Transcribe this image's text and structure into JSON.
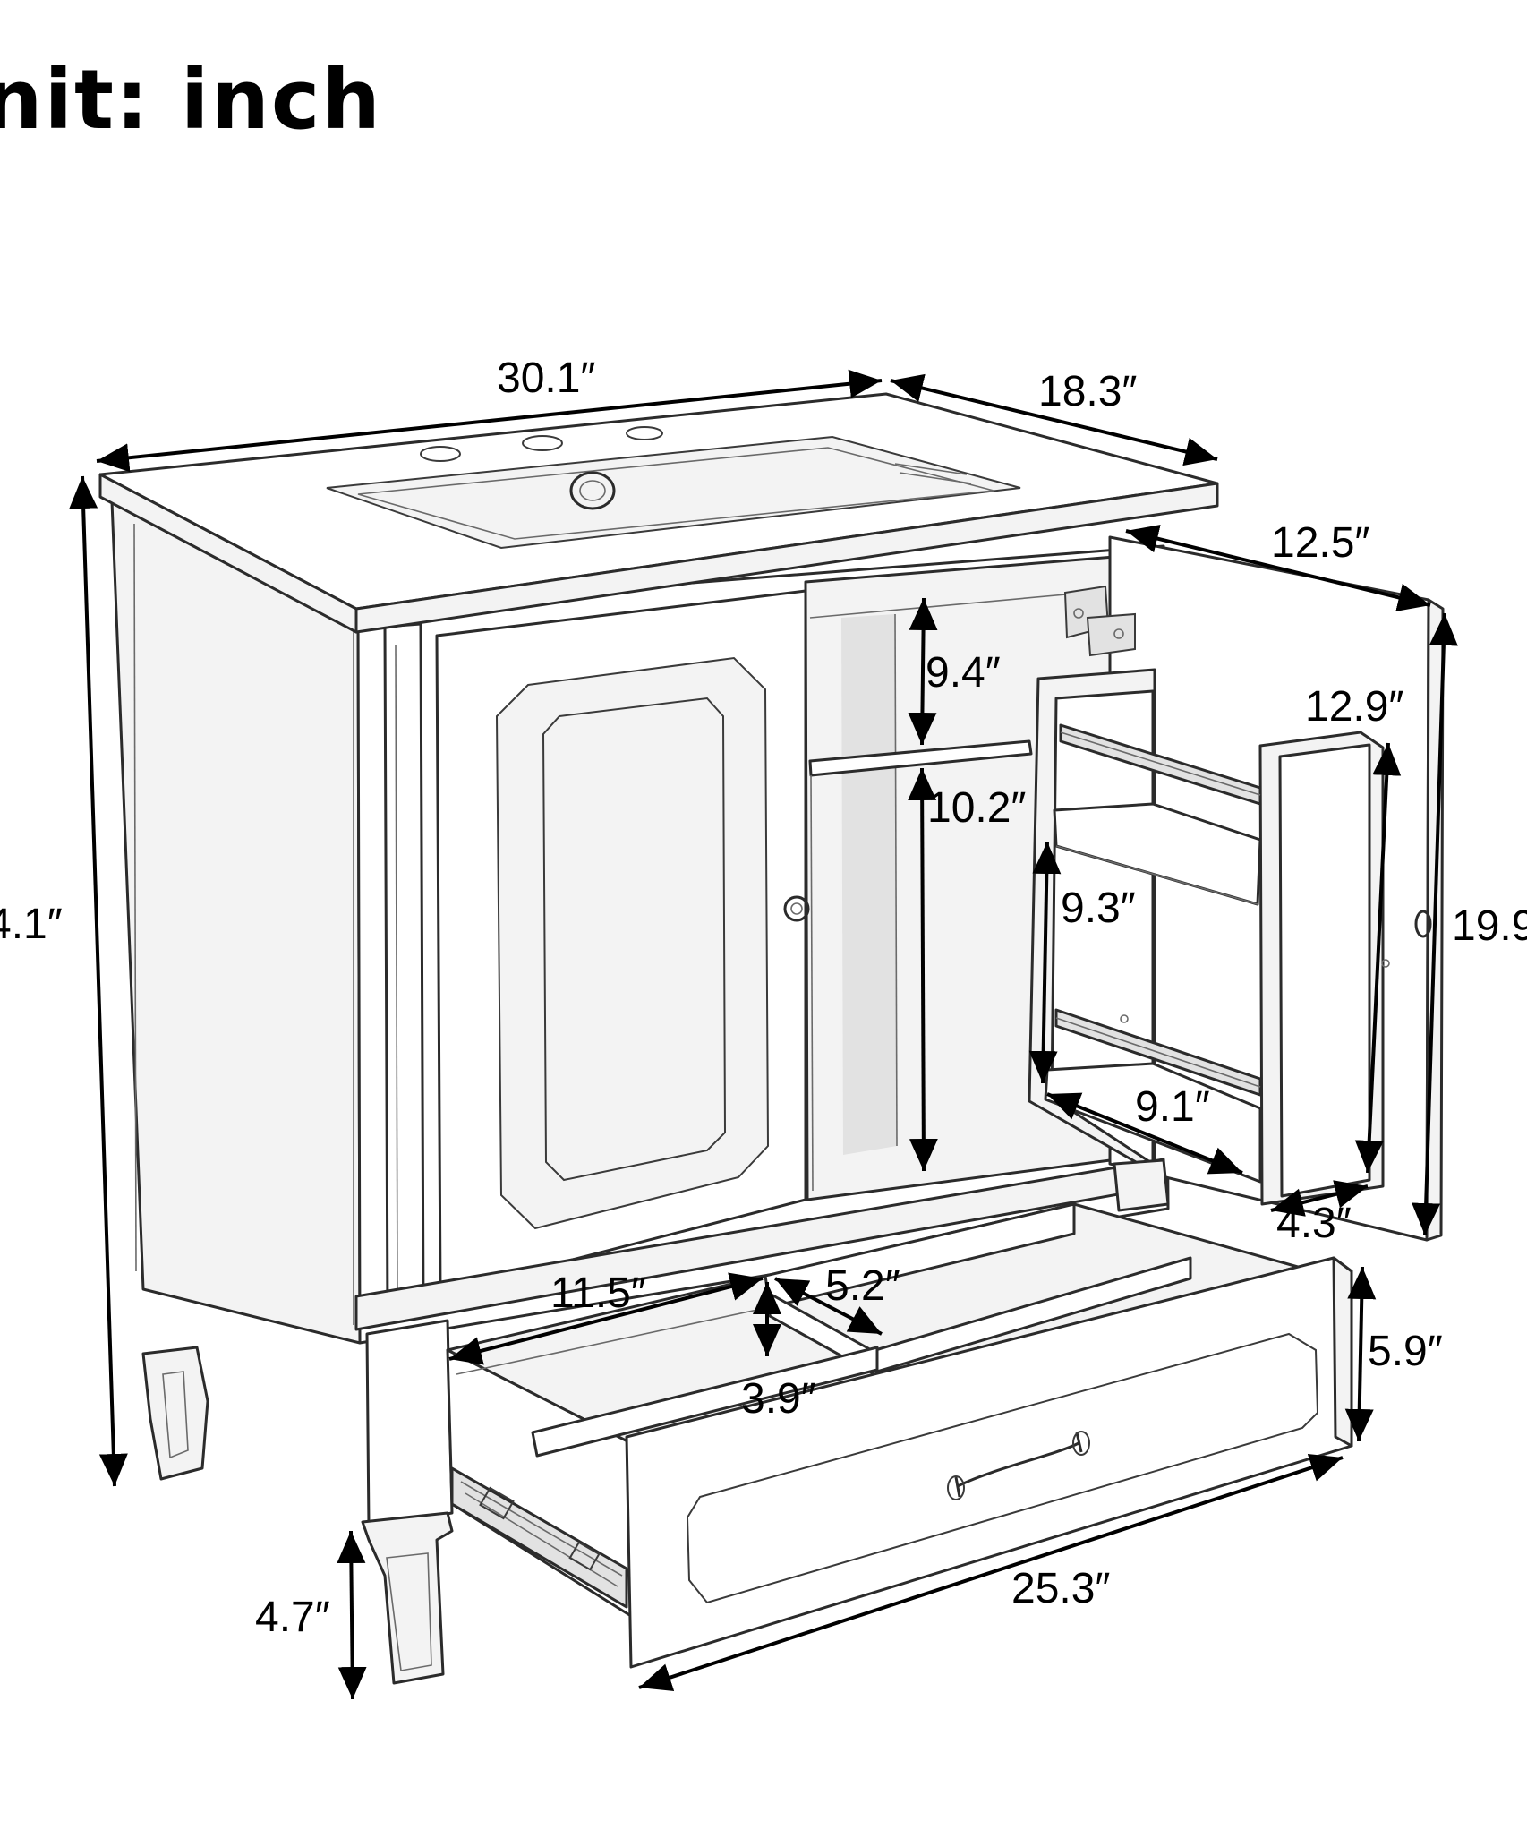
{
  "heading": "nit: inch",
  "dimensions": {
    "top_width": "30.1″",
    "top_depth": "18.3″",
    "overall_height": "4.1″",
    "door_width": "12.5″",
    "door_height": "19.9",
    "upper_opening_height": "9.4″",
    "lower_opening_height": "10.2″",
    "door_shelf_height": "12.9″",
    "door_shelf_gap": "9.3″",
    "door_shelf_width": "9.1″",
    "door_shelf_depth": "4.3″",
    "drawer_compartment_width": "11.5″",
    "drawer_compartment_depth": "5.2″",
    "drawer_compartment_height": "3.9″",
    "drawer_front_height": "5.9″",
    "drawer_width": "25.3″",
    "leg_height": "4.7″"
  }
}
